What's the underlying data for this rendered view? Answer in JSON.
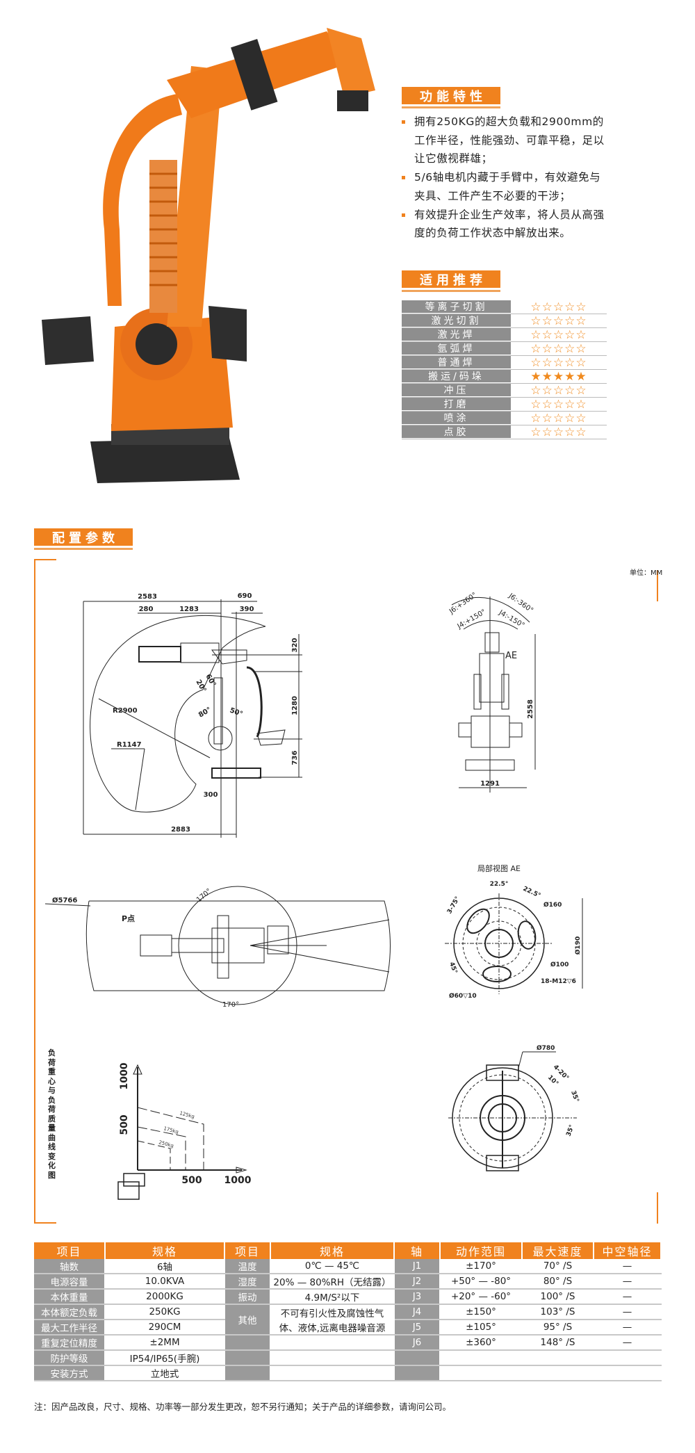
{
  "features": {
    "title": "功能特性",
    "items": [
      "拥有250KG的超大负载和2900mm的工作半径，性能强劲、可靠平稳，足以让它傲视群雄；",
      "5/6轴电机内藏于手臂中，有效避免与夹具、工件产生不必要的干涉；",
      "有效提升企业生产效率，将人员从高强度的负荷工作状态中解放出来。"
    ]
  },
  "recommend": {
    "title": "适用推荐",
    "max_rating": 5,
    "rows": [
      {
        "label": "等离子切割",
        "stars": "☆☆☆☆☆",
        "rating": 0
      },
      {
        "label": "激光切割",
        "stars": "☆☆☆☆☆",
        "rating": 0
      },
      {
        "label": "激光焊",
        "stars": "☆☆☆☆☆",
        "rating": 0
      },
      {
        "label": "氩弧焊",
        "stars": "☆☆☆☆☆",
        "rating": 0
      },
      {
        "label": "普通焊",
        "stars": "☆☆☆☆☆",
        "rating": 0
      },
      {
        "label": "搬运/码垛",
        "stars": "★★★★★",
        "rating": 5
      },
      {
        "label": "冲压",
        "stars": "☆☆☆☆☆",
        "rating": 0
      },
      {
        "label": "打磨",
        "stars": "☆☆☆☆☆",
        "rating": 0
      },
      {
        "label": "喷涂",
        "stars": "☆☆☆☆☆",
        "rating": 0
      },
      {
        "label": "点胶",
        "stars": "☆☆☆☆☆",
        "rating": 0
      }
    ]
  },
  "config": {
    "title": "配置参数",
    "unit": "单位：MM",
    "side": [
      "2583",
      "690",
      "280",
      "1283",
      "390",
      "320",
      "1280",
      "736",
      "R2900",
      "R1147",
      "300",
      "2883",
      "80°",
      "50°",
      "20°",
      "60°"
    ],
    "front": [
      "J6:+360°",
      "J6:-360°",
      "J4:+150°",
      "J4:-150°",
      "AE",
      "2558",
      "1291"
    ],
    "detail": [
      "局部视图 AE",
      "22.5°",
      "22.5°",
      "3-75°",
      "Ø160",
      "Ø100",
      "18-M12▽6",
      "Ø60▽10",
      "Ø190",
      "45°"
    ],
    "top": [
      "Ø5766",
      "170°",
      "170°",
      "P点"
    ],
    "base": [
      "Ø780",
      "4-20°",
      "10°",
      "35°",
      "35°"
    ],
    "load": {
      "title": "负荷重心与负荷质量曲线变化图",
      "y_ticks": [
        "1000",
        "500"
      ],
      "x_ticks": [
        "500",
        "1000"
      ],
      "curves": [
        "125kg",
        "175kg",
        "250kg"
      ]
    }
  },
  "spec_table": {
    "headers": [
      "项目",
      "规格",
      "项目",
      "规格",
      "轴",
      "动作范围",
      "最大速度",
      "中空轴径"
    ],
    "left": [
      [
        "轴数",
        "6轴"
      ],
      [
        "电源容量",
        "10.0KVA"
      ],
      [
        "本体重量",
        "2000KG"
      ],
      [
        "本体额定负载",
        "250KG"
      ],
      [
        "最大工作半径",
        "290CM"
      ],
      [
        "重复定位精度",
        "±2MM"
      ],
      [
        "防护等级",
        "IP54/IP65(手腕)"
      ],
      [
        "安装方式",
        "立地式"
      ]
    ],
    "env": [
      [
        "温度",
        "0℃ — 45℃"
      ],
      [
        "湿度",
        "20% — 80%RH（无结露）"
      ],
      [
        "振动",
        "4.9M/S²以下"
      ]
    ],
    "other_label": "其他",
    "other_lines": [
      "不可有引火性及腐蚀性气",
      "体、液体,远离电器噪音源"
    ],
    "axes": [
      [
        "J1",
        "±170°",
        "70° /S",
        "—"
      ],
      [
        "J2",
        "+50° — -80°",
        "80° /S",
        "—"
      ],
      [
        "J3",
        "+20° — -60°",
        "100° /S",
        "—"
      ],
      [
        "J4",
        "±150°",
        "103° /S",
        "—"
      ],
      [
        "J5",
        "±105°",
        "95° /S",
        "—"
      ],
      [
        "J6",
        "±360°",
        "148° /S",
        "—"
      ]
    ]
  },
  "note": "注：因产品改良，尺寸、规格、功率等一部分发生更改，恕不另行通知；关于产品的详细参数，请询问公司。",
  "colors": {
    "accent": "#f0821e",
    "grey": "#9a9a9a"
  }
}
